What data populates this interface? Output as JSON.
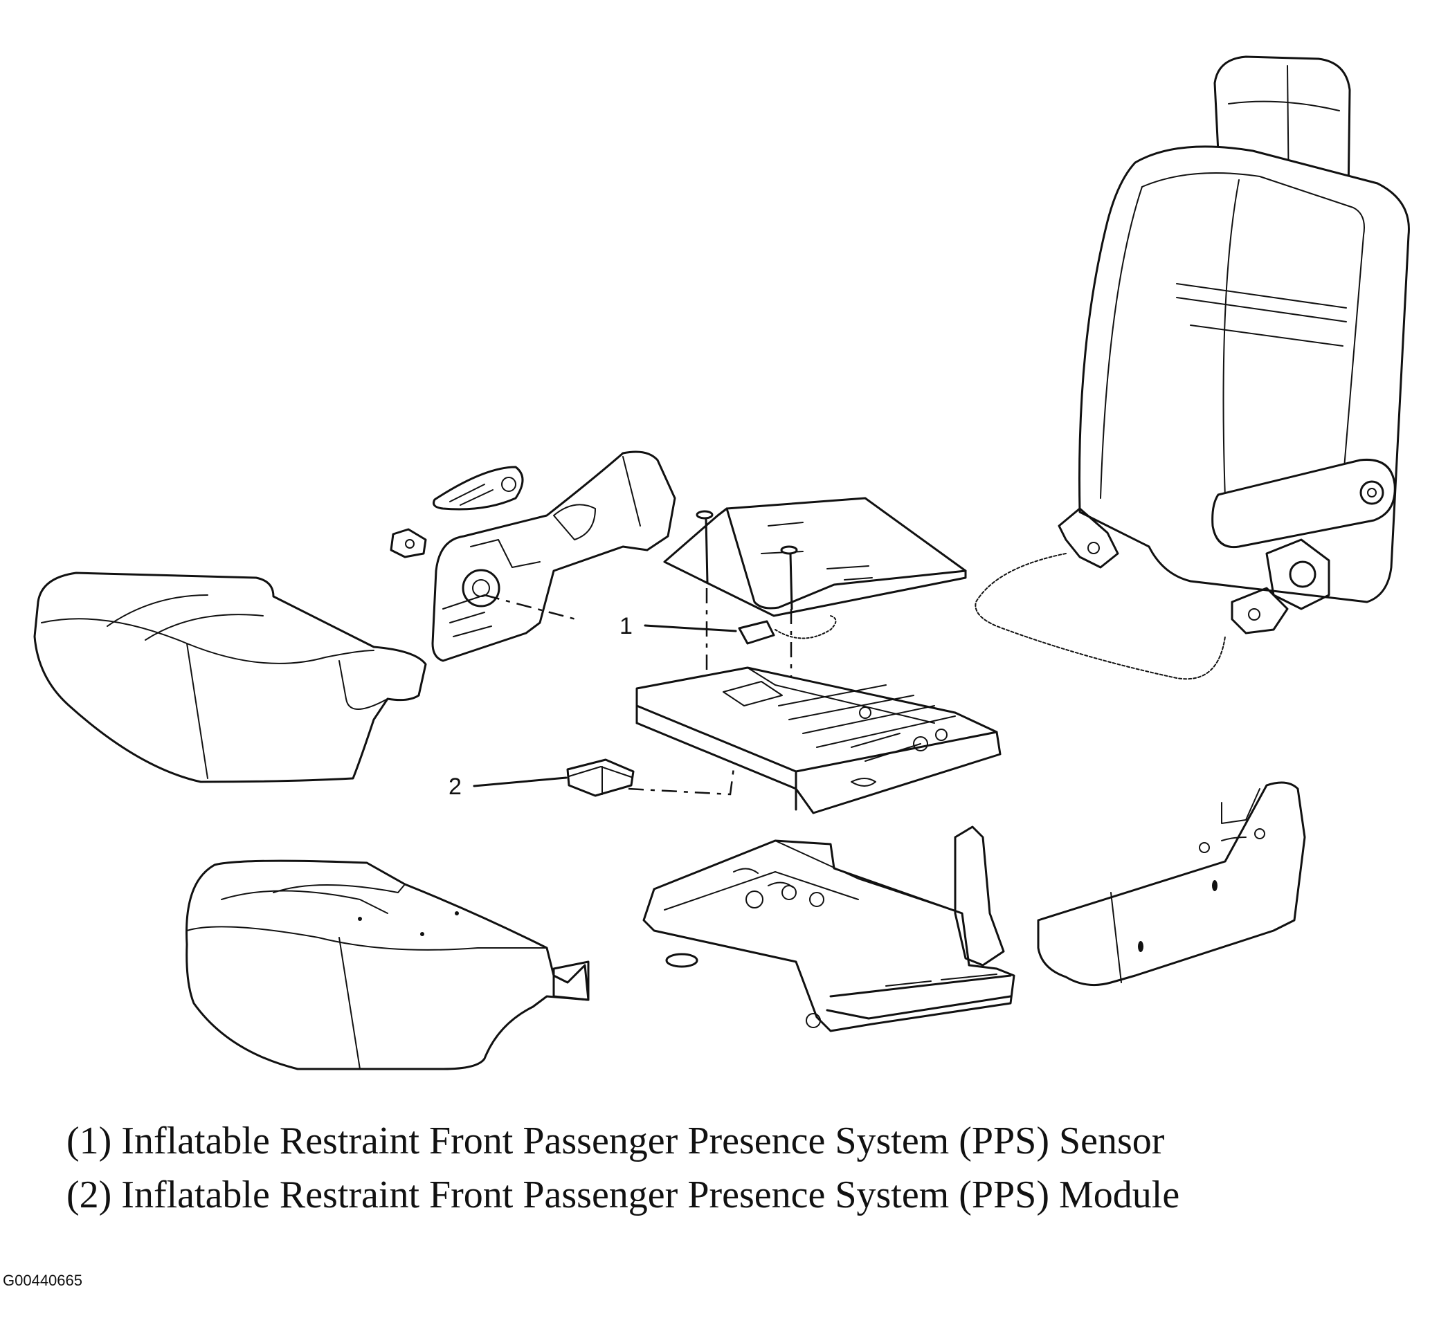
{
  "callouts": [
    {
      "number": "1",
      "legend_text": "(1) Inflatable Restraint Front Passenger Presence System (PPS) Sensor"
    },
    {
      "number": "2",
      "legend_text": "(2) Inflatable Restraint Front Passenger Presence System (PPS) Module"
    }
  ],
  "figure_id": "G00440665"
}
